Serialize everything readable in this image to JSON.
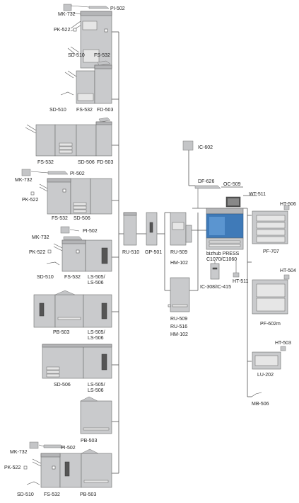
{
  "labels": {
    "pi502_1": "PI-502",
    "mk732_1": "MK-732",
    "pk522_1": "PK-522",
    "sd510_1": "SD-510",
    "fs532_1": "FS-532",
    "sd510_2": "SD-510",
    "fs532_2": "FS-532",
    "fd503_2": "FD-503",
    "fs532_3": "FS-532",
    "sd506_3": "SD-506",
    "fd503_3": "FD-503",
    "pi502_4": "PI-502",
    "mk732_4": "MK-732",
    "pk522_4": "PK-522",
    "fs532_4": "FS-532",
    "sd506_4": "SD-506",
    "mk732_5": "MK-732",
    "pi502_5": "PI-502",
    "pk522_5": "PK-522",
    "sd510_5": "SD-510",
    "fs532_5": "FS-532",
    "ls505_5a": "LS-505/",
    "ls505_5b": "LS-506",
    "pb503_6": "PB-503",
    "ls505_6a": "LS-505/",
    "ls505_6b": "LS-506",
    "sd506_7": "SD-506",
    "ls505_7a": "LS-505/",
    "ls505_7b": "LS-506",
    "pb503_8": "PB-503",
    "mk732_9": "MK-732",
    "pi502_9": "PI-502",
    "pk522_9": "PK-522",
    "sd510_9": "SD-510",
    "fs532_9": "FS-532",
    "pb503_9": "PB-503",
    "ru510": "RU-510",
    "gp501": "GP-501",
    "ru509_a": "RU-509",
    "hm102_a": "HM-102",
    "ru509_b": "RU-509",
    "ru516_b": "RU-516",
    "hm102_b": "HM-102",
    "ic602": "IC-602",
    "df626": "DF-626",
    "oc509": "OC-509",
    "main_1": "bizhub PRESS",
    "main_2": "C1070/C1060",
    "ic308": "IC-308/IC-415",
    "ht511": "HT-511",
    "wt511": "WT-511",
    "ht506": "HT-506",
    "pf707": "PF-707",
    "ht504": "HT-504",
    "pf602m": "PF-602m",
    "ht503": "HT-503",
    "lu202": "LU-202",
    "mb506": "MB-506"
  },
  "colors": {
    "unit": "#c9cacc",
    "main_body": "#3f7ab8",
    "line": "#555555"
  }
}
